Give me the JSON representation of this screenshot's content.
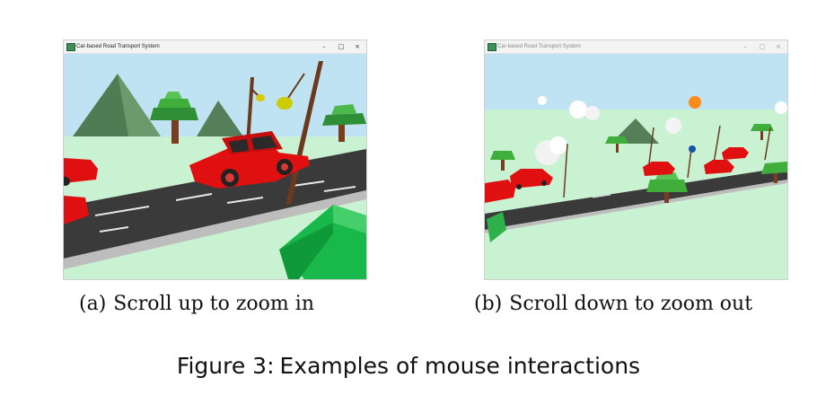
{
  "figure": {
    "number": "Figure 3:",
    "caption": "Examples of mouse interactions"
  },
  "panels": [
    {
      "window_title": "Car-based Road Transport System",
      "controls": {
        "minimize": "–",
        "maximize": "□",
        "close": "×"
      },
      "label": "(a)",
      "caption": "Scroll up to zoom in"
    },
    {
      "window_title": "Car-based Road Transport System",
      "controls": {
        "minimize": "–",
        "maximize": "□",
        "close": "×"
      },
      "label": "(b)",
      "caption": "Scroll down to zoom out"
    }
  ],
  "colors": {
    "sky": "#bfe3f2",
    "grass": "#c9f2d3",
    "road": "#3a3a3a",
    "car": "#e01010",
    "tree_top": "#3fae3a",
    "trunk": "#7a3e1e",
    "mountain": "#5c8a5e"
  }
}
